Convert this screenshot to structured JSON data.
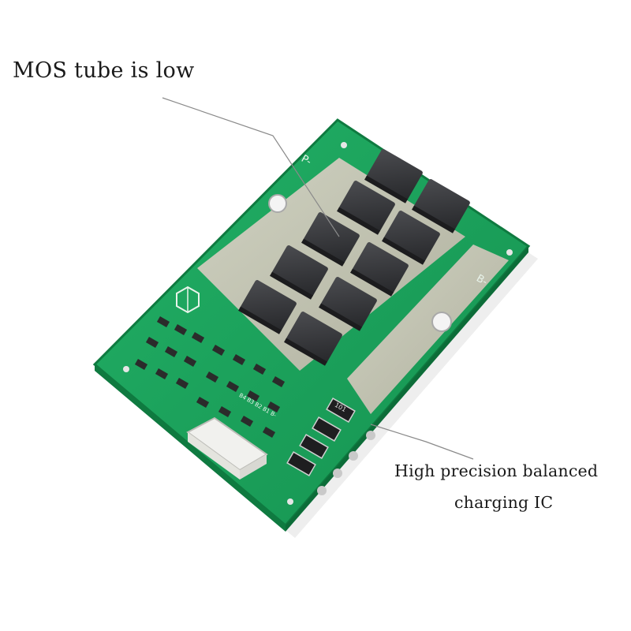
{
  "annotations": {
    "mos_tube": "MOS tube is low",
    "ic_line1": "High precision balanced",
    "ic_line2": "charging IC"
  },
  "board": {
    "top_label": "P-",
    "right_label": "B-",
    "resistor_code": "101",
    "header_pins_label": "B4 B3 B2 B1 B-"
  },
  "colors": {
    "pcb_green": "#1aa35b",
    "pcb_dark_green": "#138a4a",
    "copper_pad": "#c9c3b4",
    "mosfet_body": "#3a3b3e",
    "silkscreen": "#e8f3ea"
  },
  "icons": {
    "logo": "cube-logo-icon"
  }
}
